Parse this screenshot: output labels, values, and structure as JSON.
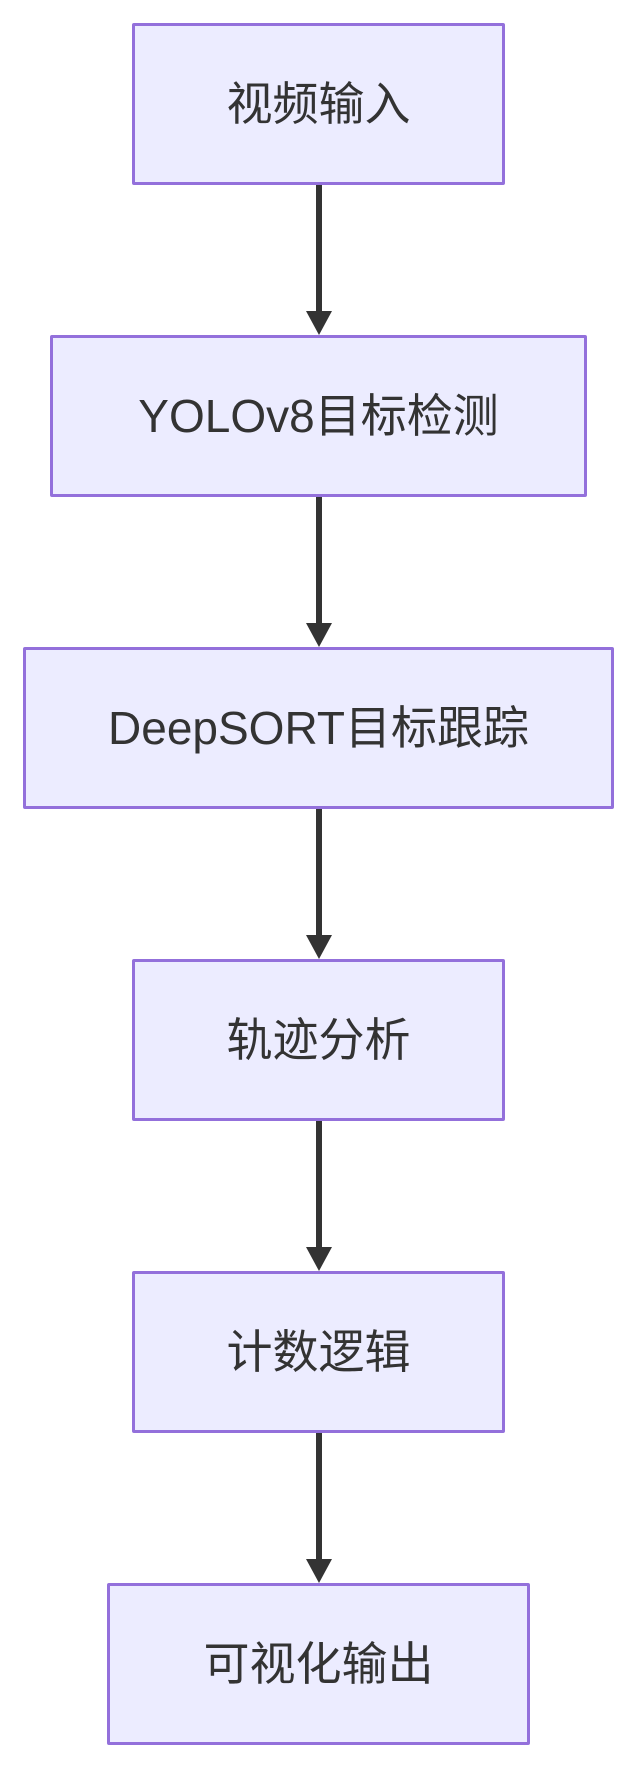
{
  "diagram": {
    "type": "flowchart",
    "direction": "top-to-bottom",
    "nodes": [
      {
        "id": "video-input",
        "label": "视频输入"
      },
      {
        "id": "yolov8-detection",
        "label": "YOLOv8目标检测"
      },
      {
        "id": "deepsort-tracking",
        "label": "DeepSORT目标跟踪"
      },
      {
        "id": "trajectory-analysis",
        "label": "轨迹分析"
      },
      {
        "id": "counting-logic",
        "label": "计数逻辑"
      },
      {
        "id": "visual-output",
        "label": "可视化输出"
      }
    ],
    "edges": [
      {
        "from": "视频输入",
        "to": "YOLOv8目标检测"
      },
      {
        "from": "YOLOv8目标检测",
        "to": "DeepSORT目标跟踪"
      },
      {
        "from": "DeepSORT目标跟踪",
        "to": "轨迹分析"
      },
      {
        "from": "轨迹分析",
        "to": "计数逻辑"
      },
      {
        "from": "计数逻辑",
        "to": "可视化输出"
      }
    ],
    "colors": {
      "background": "#ffffff",
      "node_fill": "#ECECFF",
      "node_border": "#9370DB",
      "text": "#333333",
      "arrow": "#333333"
    }
  }
}
